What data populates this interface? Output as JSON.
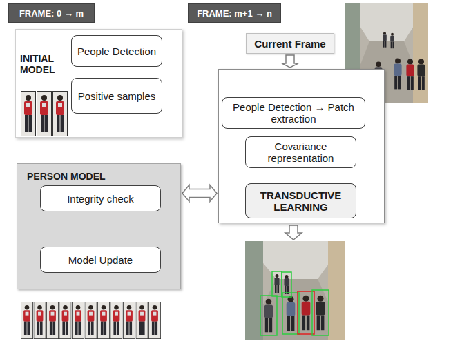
{
  "diagram": {
    "nodes": [
      {
        "text": [
          "FRAME: 0 → m"
        ]
      },
      {
        "text": [
          "FRAME: m+1 → n"
        ]
      },
      {
        "text": [
          "INITIAL MODEL"
        ]
      },
      {
        "text": [
          "People Detection"
        ],
        "in": 2
      },
      {
        "text": [
          "Positive samples"
        ],
        "in": 2
      },
      {
        "text": [
          "Current Frame"
        ]
      },
      {
        "text": []
      },
      {
        "text": [
          "People Detection → Patch extraction"
        ],
        "in": 6
      },
      {
        "text": [
          "Covariance representation"
        ],
        "in": 6
      },
      {
        "text": [
          "TRANSDUCTIVE LEARNING"
        ],
        "in": 6
      },
      {
        "text": [
          "PERSON MODEL"
        ]
      },
      {
        "text": [
          "Integrity check"
        ],
        "in": 10
      },
      {
        "text": [
          "Model Update"
        ],
        "in": 10
      }
    ],
    "edges": [
      {
        "from": 5,
        "to": 6,
        "arrow": "to"
      },
      {
        "from": 7,
        "to": 8,
        "arrow": "to"
      },
      {
        "from": 8,
        "to": 9,
        "arrow": "to"
      },
      {
        "from": 10,
        "to": 6,
        "arrow": "both"
      },
      {
        "from": 11,
        "to": 12,
        "arrow": "to"
      }
    ]
  }
}
